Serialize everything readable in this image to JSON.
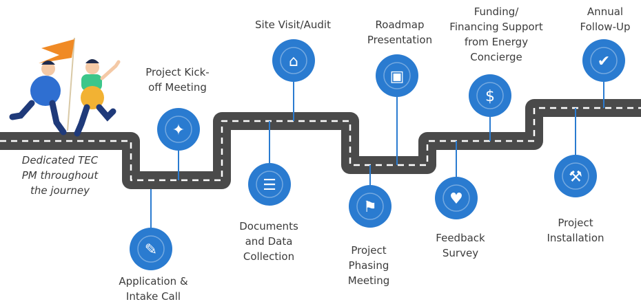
{
  "title_fragment": "",
  "colors": {
    "road": "#4a4a4a",
    "dash": "#ffffff",
    "circle": "#2a7bd0",
    "stem": "#2a7bd0",
    "text": "#3b3b3b"
  },
  "left_note": "Dedicated TEC\nPM throughout\nthe journey",
  "steps": [
    {
      "label": "Application &\nIntake Call",
      "icon": "application-form-icon"
    },
    {
      "label": "Project Kick-\noff Meeting",
      "icon": "handshake-icon"
    },
    {
      "label": "Documents\nand Data\nCollection",
      "icon": "checklist-icon"
    },
    {
      "label": "Site Visit/Audit",
      "icon": "building-search-icon"
    },
    {
      "label": "Project\nPhasing\nMeeting",
      "icon": "phasing-flag-icon"
    },
    {
      "label": "Roadmap\nPresentation",
      "icon": "presentation-icon"
    },
    {
      "label": "Feedback\nSurvey",
      "icon": "feedback-icon"
    },
    {
      "label": "Funding/\nFinancing Support\nfrom Energy\nConcierge",
      "icon": "hand-coin-icon"
    },
    {
      "label": "Project\nInstallation",
      "icon": "tools-icon"
    },
    {
      "label": "Annual\nFollow-Up",
      "icon": "calendar-check-icon"
    }
  ]
}
